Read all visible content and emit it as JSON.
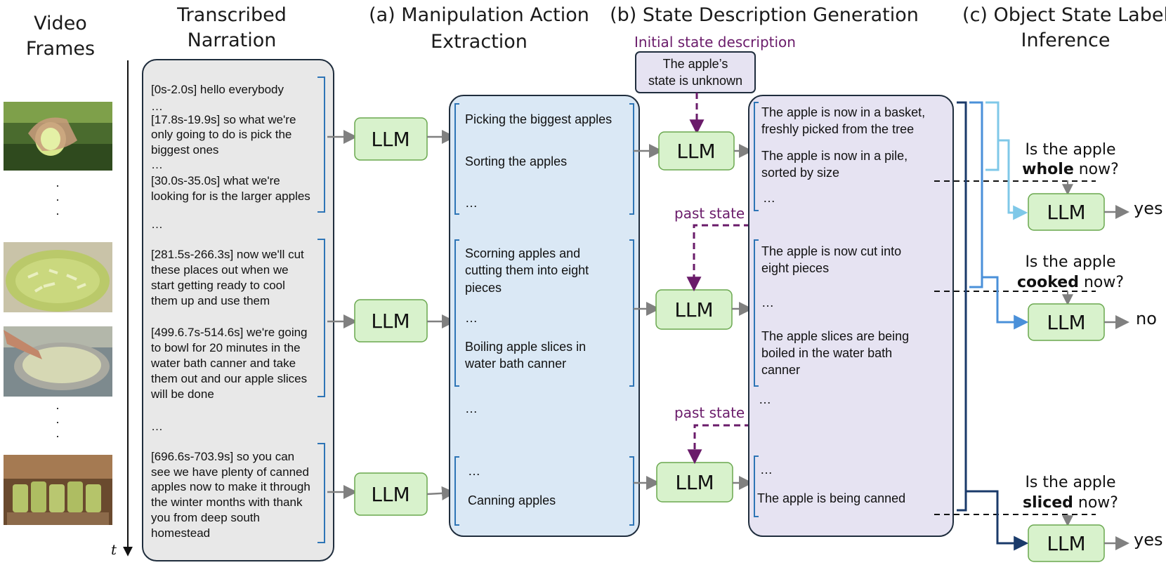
{
  "headers": {
    "video_frames": [
      "Video",
      "Frames"
    ],
    "narration": [
      "Transcribed",
      "Narration"
    ],
    "a": [
      "(a) Manipulation Action",
      "Extraction"
    ],
    "b": [
      "(b) State Description Generation"
    ],
    "c": [
      "(c) Object State Label",
      "Inference"
    ]
  },
  "time_label": "t",
  "ellipsis": "…",
  "dot": "·",
  "llm_label": "LLM",
  "narration": {
    "seg1": [
      "[0s-2.0s] hello everybody",
      "…",
      "[17.8s-19.9s] so what we're",
      "only going to do is pick the",
      "biggest ones",
      "…",
      "[30.0s-35.0s] what we're",
      "looking for is the larger apples"
    ],
    "seg2": [
      "[281.5s-266.3s] now we'll cut",
      "these places out when we",
      "start getting ready to cool",
      "them up and use them",
      "[499.6.7s-514.6s] we're going",
      "to bowl for 20 minutes in the",
      "water bath canner and take",
      "them out and our apple slices",
      "will be done"
    ],
    "seg3": [
      "[696.6s-703.9s] so you can",
      "see we have plenty of canned",
      "apples now to make it through",
      "the winter months with thank",
      "you from deep south",
      "homestead"
    ]
  },
  "actions": {
    "a1": "Picking the biggest apples",
    "a2": "Sorting the apples",
    "a3": [
      "Scorning apples and",
      "cutting them into eight",
      "pieces"
    ],
    "a4": [
      "Boiling apple slices in",
      "water bath canner"
    ],
    "a5": "Canning apples"
  },
  "initial_state_label": "Initial state description",
  "initial_state_text": [
    "The apple’s",
    "state is unknown"
  ],
  "past_state_label": "past state",
  "states": {
    "s1": [
      "The apple is now in a basket,",
      "freshly picked from the tree"
    ],
    "s2": [
      "The apple is now in a pile,",
      "sorted by size"
    ],
    "s3": [
      "The apple is now cut into",
      "eight pieces"
    ],
    "s4": [
      "The apple slices are being",
      "boiled in the water bath",
      "canner"
    ],
    "s5": "The apple is being canned"
  },
  "questions": {
    "q1": {
      "prefix": "Is the apple",
      "bold": "whole",
      "suffix": " now?"
    },
    "q2": {
      "prefix": "Is the apple",
      "bold": "cooked",
      "suffix": " now?"
    },
    "q3": {
      "prefix": "Is the apple",
      "bold": "sliced",
      "suffix": " now?"
    }
  },
  "answers": [
    "yes",
    "no",
    "yes"
  ],
  "colors": {
    "narration_fill": "#e8e8e8",
    "action_fill": "#dae8f5",
    "state_fill": "#e6e3f2",
    "llm_fill": "#d8f2cc",
    "llm_stroke": "#6aa84f",
    "box_stroke": "#1f2d3d",
    "bracket_blue": "#2e75b6",
    "purple": "#6a1b6a",
    "gray_arrow": "#808080",
    "light_blue": "#7fc8e8",
    "mid_blue": "#4a90d9",
    "dark_blue": "#1a3a6a"
  },
  "images": {
    "frame1": "hand holding a green apple in an orchard",
    "frame2": "bowl of sliced green apples",
    "frame3": "apple slices boiling in a pot on a stove",
    "frame4": "jars of canned apples on a kitchen counter"
  }
}
